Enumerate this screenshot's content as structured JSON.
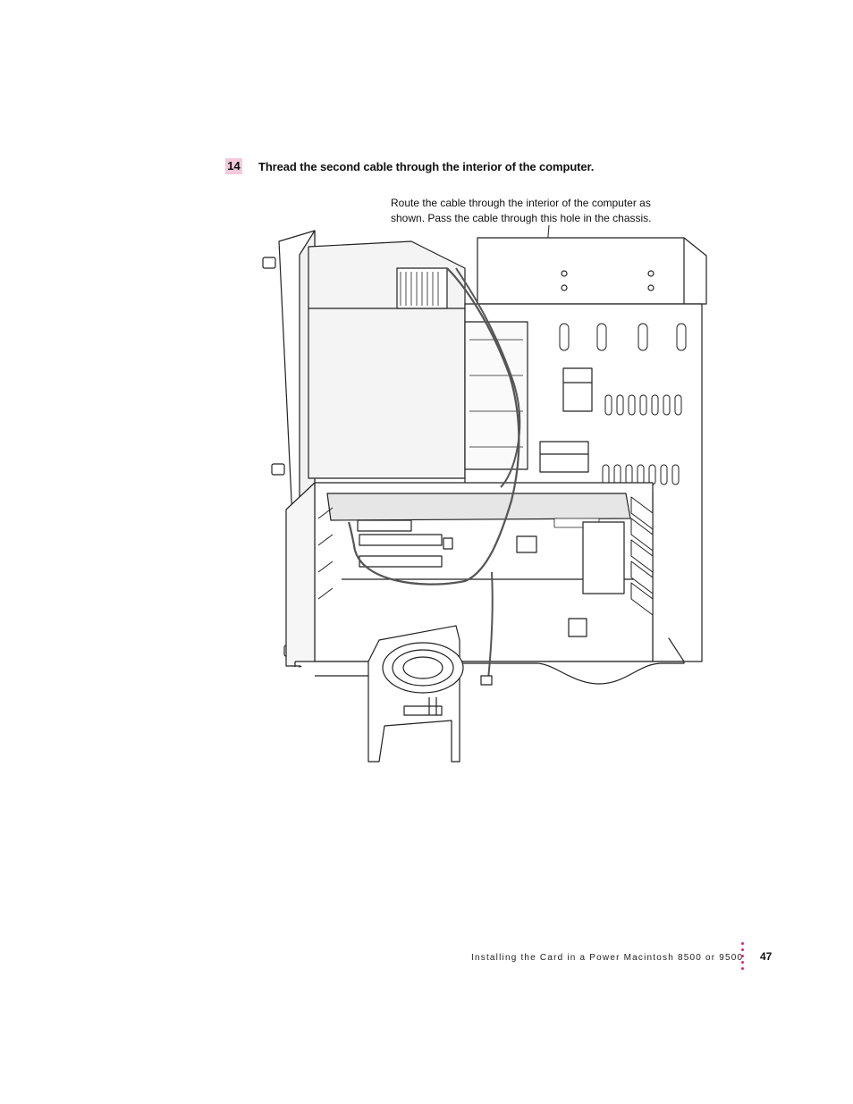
{
  "step": {
    "number": "14",
    "text": "Thread the second cable through the interior of the computer."
  },
  "callout": {
    "line1": "Route the cable through the interior of the computer as",
    "line2": "shown. Pass the cable through this hole in the chassis."
  },
  "footer": {
    "section_title": "Installing the Card in a Power Macintosh 8500 or 9500",
    "page_number": "47",
    "accent_color": "#e0218a"
  }
}
